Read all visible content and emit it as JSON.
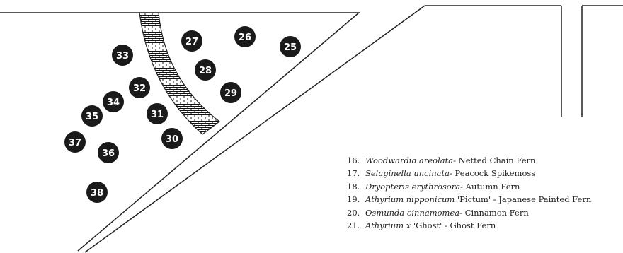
{
  "markers": [
    {
      "number": "25"
    },
    {
      "number": "26"
    },
    {
      "number": "27"
    },
    {
      "number": "28"
    },
    {
      "number": "29"
    },
    {
      "number": "30"
    },
    {
      "number": "31"
    },
    {
      "number": "32"
    },
    {
      "number": "33"
    },
    {
      "number": "34"
    },
    {
      "number": "35"
    },
    {
      "number": "36"
    },
    {
      "number": "37"
    },
    {
      "number": "38"
    }
  ],
  "legend": [
    {
      "num": "16.",
      "latin": "Woodwardia areolata",
      "common": "- Netted Chain Fern"
    },
    {
      "num": "17.",
      "latin": "Selaginella uncinata",
      "common": "- Peacock Spikemoss"
    },
    {
      "num": "18.",
      "latin": "Dryopteris erythrosora",
      "common": "- Autumn Fern"
    },
    {
      "num": "19.",
      "latin": "Athyrium nipponicum",
      "common": " 'Pictum' - Japanese Painted Fern"
    },
    {
      "num": "20.",
      "latin": "Osmunda cinnamomea",
      "common": "- Cinnamon Fern"
    },
    {
      "num": "21.",
      "latin": "Athyrium x",
      "common": " 'Ghost' - Ghost Fern"
    }
  ],
  "colors": {
    "line": "#222222",
    "marker_fill": "#1a1a1a",
    "marker_text": "#ffffff",
    "path_pattern": "#111111"
  }
}
